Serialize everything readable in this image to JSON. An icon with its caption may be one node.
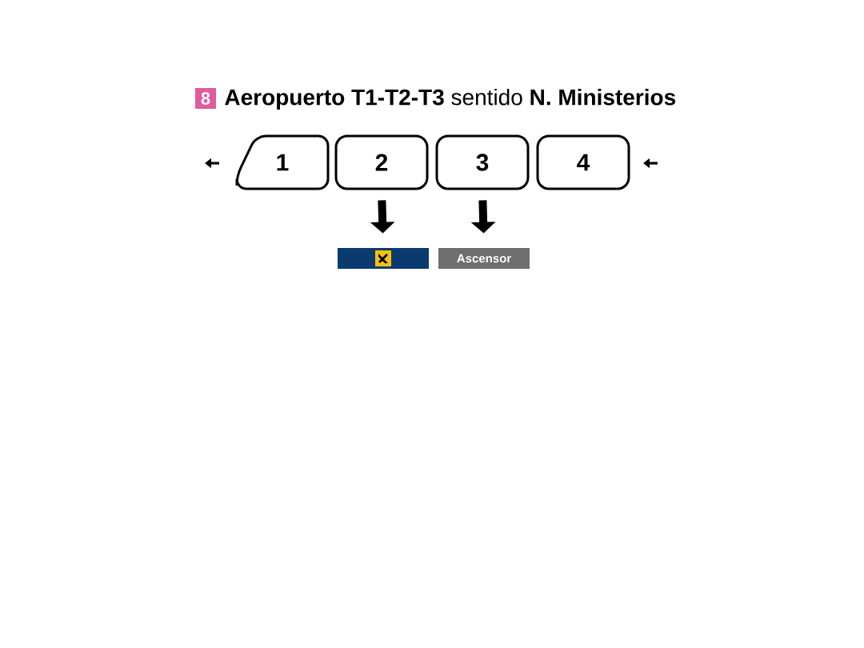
{
  "diagram": {
    "title": "**Aeropuerto T1-T2-T3** sentido **N. Ministerios**",
    "nodes": [
      {
        "text": [
          "8"
        ]
      },
      {
        "text": [
          "1"
        ]
      },
      {
        "text": [
          "2"
        ]
      },
      {
        "text": [
          "3"
        ]
      },
      {
        "text": [
          "4"
        ]
      },
      {
        "text": [],
        "shape": "box"
      },
      {
        "text": [
          "Ascensor"
        ]
      }
    ],
    "edges": [
      {
        "from": 2,
        "to": 5,
        "arrow": "to"
      },
      {
        "from": 3,
        "to": 6,
        "arrow": "to"
      }
    ]
  }
}
